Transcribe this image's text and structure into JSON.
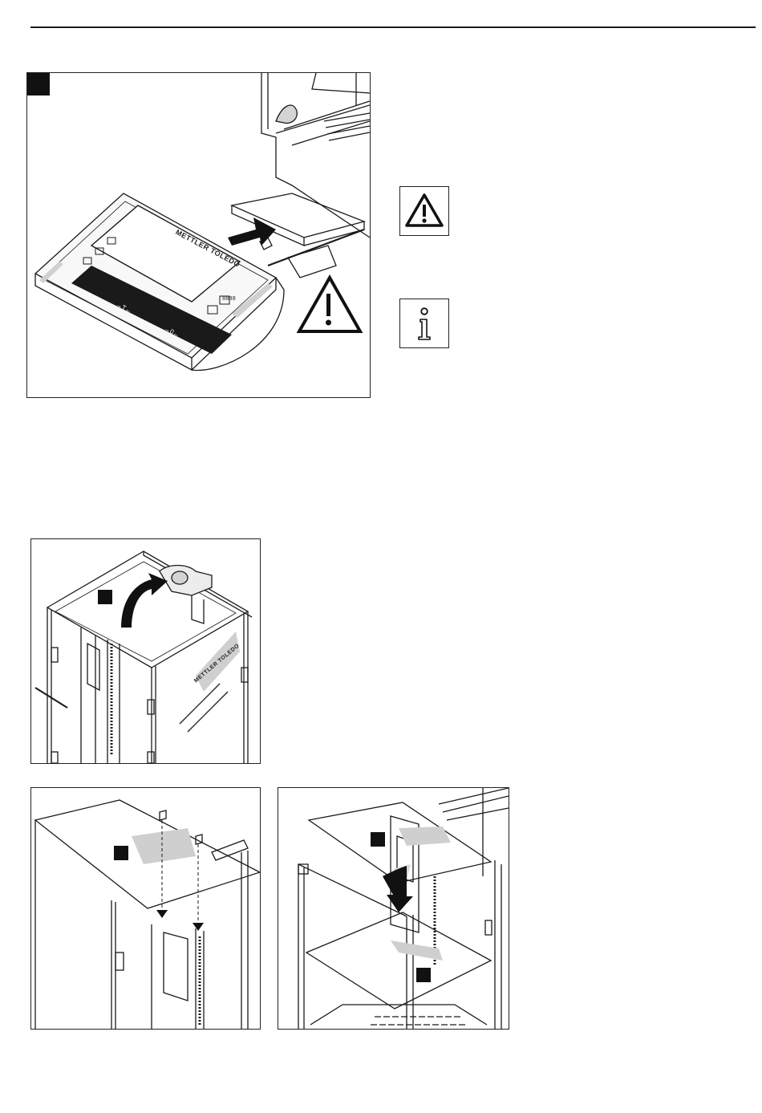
{
  "document": {
    "figure_top": {
      "brand_label": "METTLER TOLEDO",
      "display_readout": "8888",
      "warning_symbol": "warning-triangle-icon",
      "info_symbol": "info-icon"
    },
    "figure_bottom_1": {
      "brand_label": "METTLER TOLEDO"
    },
    "colors": {
      "line": "#1a1a1a",
      "shade": "#cfcfcf",
      "badge": "#111111"
    }
  }
}
